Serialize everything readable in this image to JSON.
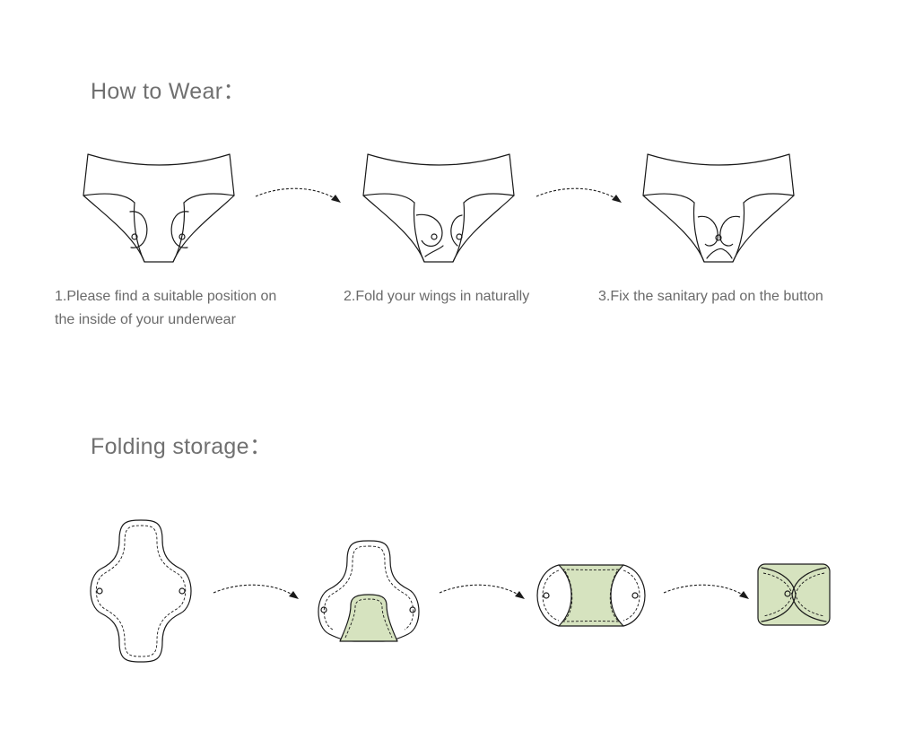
{
  "wear_section": {
    "title": "How to Wear：",
    "steps": [
      {
        "label_line1": "1.Please find a suitable position on",
        "label_line2": "the inside of your underwear"
      },
      {
        "label_line1": "2.Fold your wings in naturally",
        "label_line2": ""
      },
      {
        "label_line1": "3.Fix the sanitary pad on the button",
        "label_line2": ""
      }
    ]
  },
  "folding_section": {
    "title": "Folding storage："
  },
  "colors": {
    "heading": "#707070",
    "caption": "#6a6a6a",
    "pad_fold_green": "#d6e3bf",
    "line": "#1a1a1a"
  },
  "icons": [
    "underwear-pad-open-icon",
    "underwear-wings-folding-icon",
    "underwear-pad-fixed-icon",
    "pad-flat-icon",
    "pad-fold-bottom-icon",
    "pad-fold-sides-icon",
    "pad-folded-square-icon",
    "dashed-arrow-icon"
  ]
}
